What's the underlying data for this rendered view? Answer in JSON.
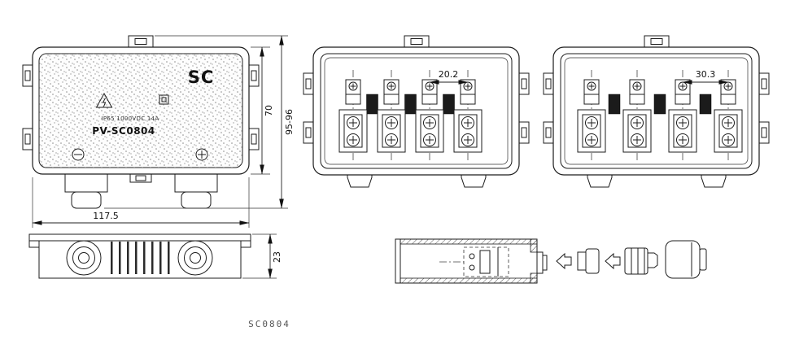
{
  "drawing": {
    "code": "SC0804",
    "top_view": {
      "brand": "SC",
      "model": "PV-SC0804",
      "rating_line": "IP65 1000VDC 14A"
    },
    "dimensions": {
      "overall_width_mm": "117.5",
      "body_height_mm": "70",
      "overall_height_mm": "95-96",
      "profile_height_mm": "23",
      "terminal_pitch_small_mm": "20.2",
      "terminal_pitch_large_mm": "30.3"
    },
    "icons": {
      "warning_triangle": "triangle-with-exclamation",
      "double_insulation": "nested-squares",
      "screw_left": "circle-minus",
      "screw_right": "circle-plus"
    }
  }
}
